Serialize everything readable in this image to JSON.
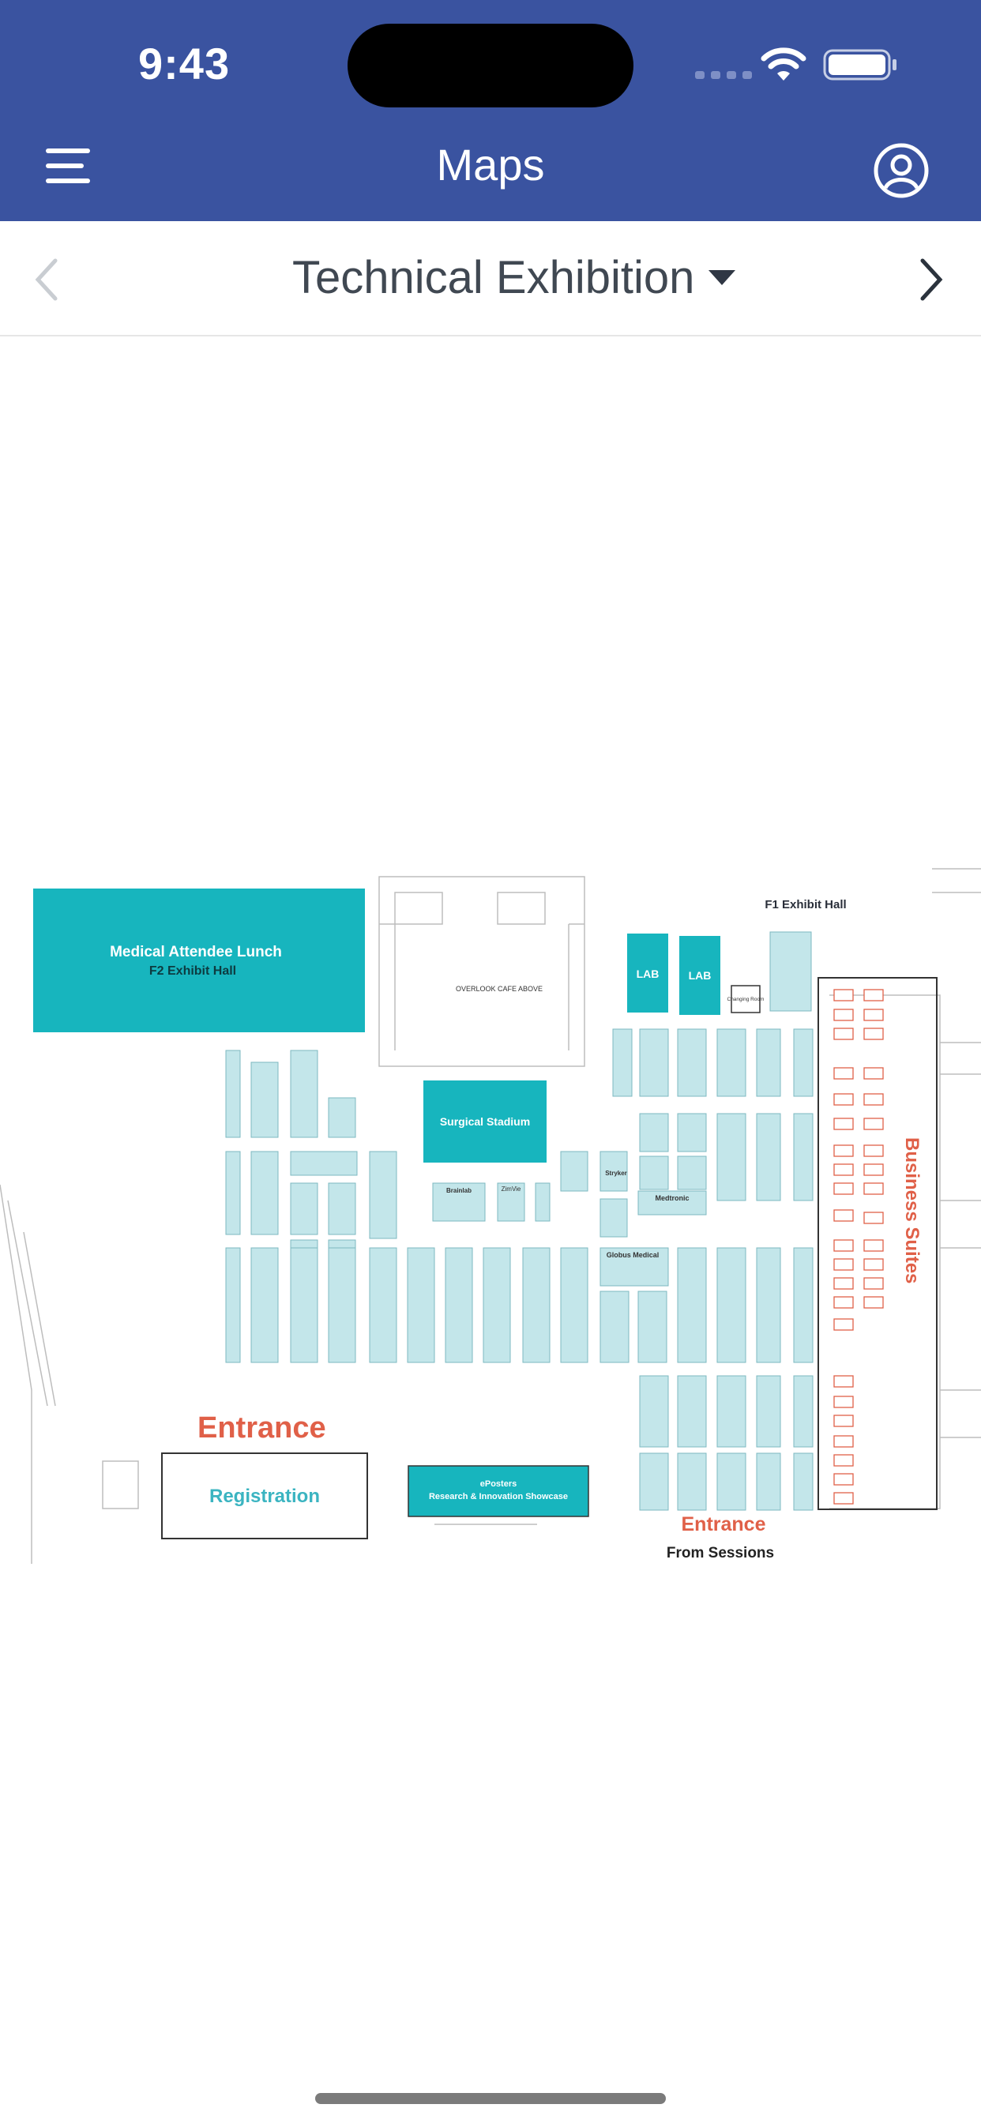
{
  "status_bar": {
    "time": "9:43"
  },
  "header": {
    "title": "Maps"
  },
  "selector": {
    "title": "Technical Exhibition"
  },
  "map": {
    "medical_lunch": "Medical Attendee Lunch",
    "f2_hall": "F2 Exhibit Hall",
    "f1_hall": "F1 Exhibit Hall",
    "lab_1": "LAB",
    "lab_2": "LAB",
    "changing_room": "Changing Room",
    "overlook_cafe": "OVERLOOK CAFE ABOVE",
    "surgical_stadium": "Surgical Stadium",
    "business_suites": "Business Suites",
    "entrance_left": "Entrance",
    "registration": "Registration",
    "eposters_line1": "ePosters",
    "eposters_line2": "Research & Innovation Showcase",
    "entrance_right": "Entrance",
    "from_sessions": "From Sessions",
    "globus": "Globus Medical",
    "medtronic": "Medtronic",
    "stryker": "Stryker",
    "zimvie": "ZimVie",
    "brainlab": "Brainlab",
    "colors": {
      "header": "#3a53a0",
      "teal": "#17b5be",
      "booth": "#c3e6ea",
      "entrance": "#e06048"
    }
  }
}
